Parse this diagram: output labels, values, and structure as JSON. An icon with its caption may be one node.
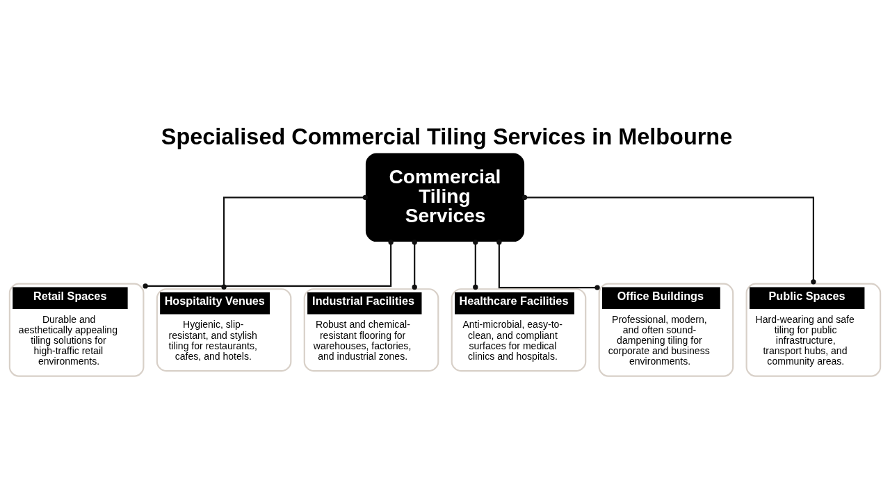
{
  "diagram": {
    "title": "Specialised Commercial Tiling Services in Melbourne",
    "nodes": [
      {
        "text": [
          "Commercial Tiling Services"
        ]
      },
      {
        "text": [
          "Retail Spaces",
          "Durable and aesthetically appealing tiling solutions for high-traffic retail environments."
        ]
      },
      {
        "text": [
          "Hospitality Venues",
          "Hygienic, slip-resistant, and stylish tiling for restaurants, cafes, and hotels."
        ]
      },
      {
        "text": [
          "Industrial Facilities",
          "Robust and chemical-resistant flooring for warehouses, factories, and industrial zones."
        ]
      },
      {
        "text": [
          "Healthcare Facilities",
          "Anti-microbial, easy-to-clean, and compliant surfaces for medical clinics and hospitals."
        ]
      },
      {
        "text": [
          "Office Buildings",
          "Professional, modern, and often sound-dampening tiling for corporate and business environments."
        ]
      },
      {
        "text": [
          "Public Spaces",
          "Hard-wearing and safe tiling for public infrastructure, transport hubs, and community areas."
        ]
      }
    ],
    "edges": [
      {
        "from": 0,
        "to": 1,
        "arrow": "other"
      },
      {
        "from": 0,
        "to": 2,
        "arrow": "other"
      },
      {
        "from": 0,
        "to": 3,
        "arrow": "other"
      },
      {
        "from": 0,
        "to": 4,
        "arrow": "other"
      },
      {
        "from": 0,
        "to": 5,
        "arrow": "other"
      },
      {
        "from": 0,
        "to": 6,
        "arrow": "other"
      }
    ]
  }
}
